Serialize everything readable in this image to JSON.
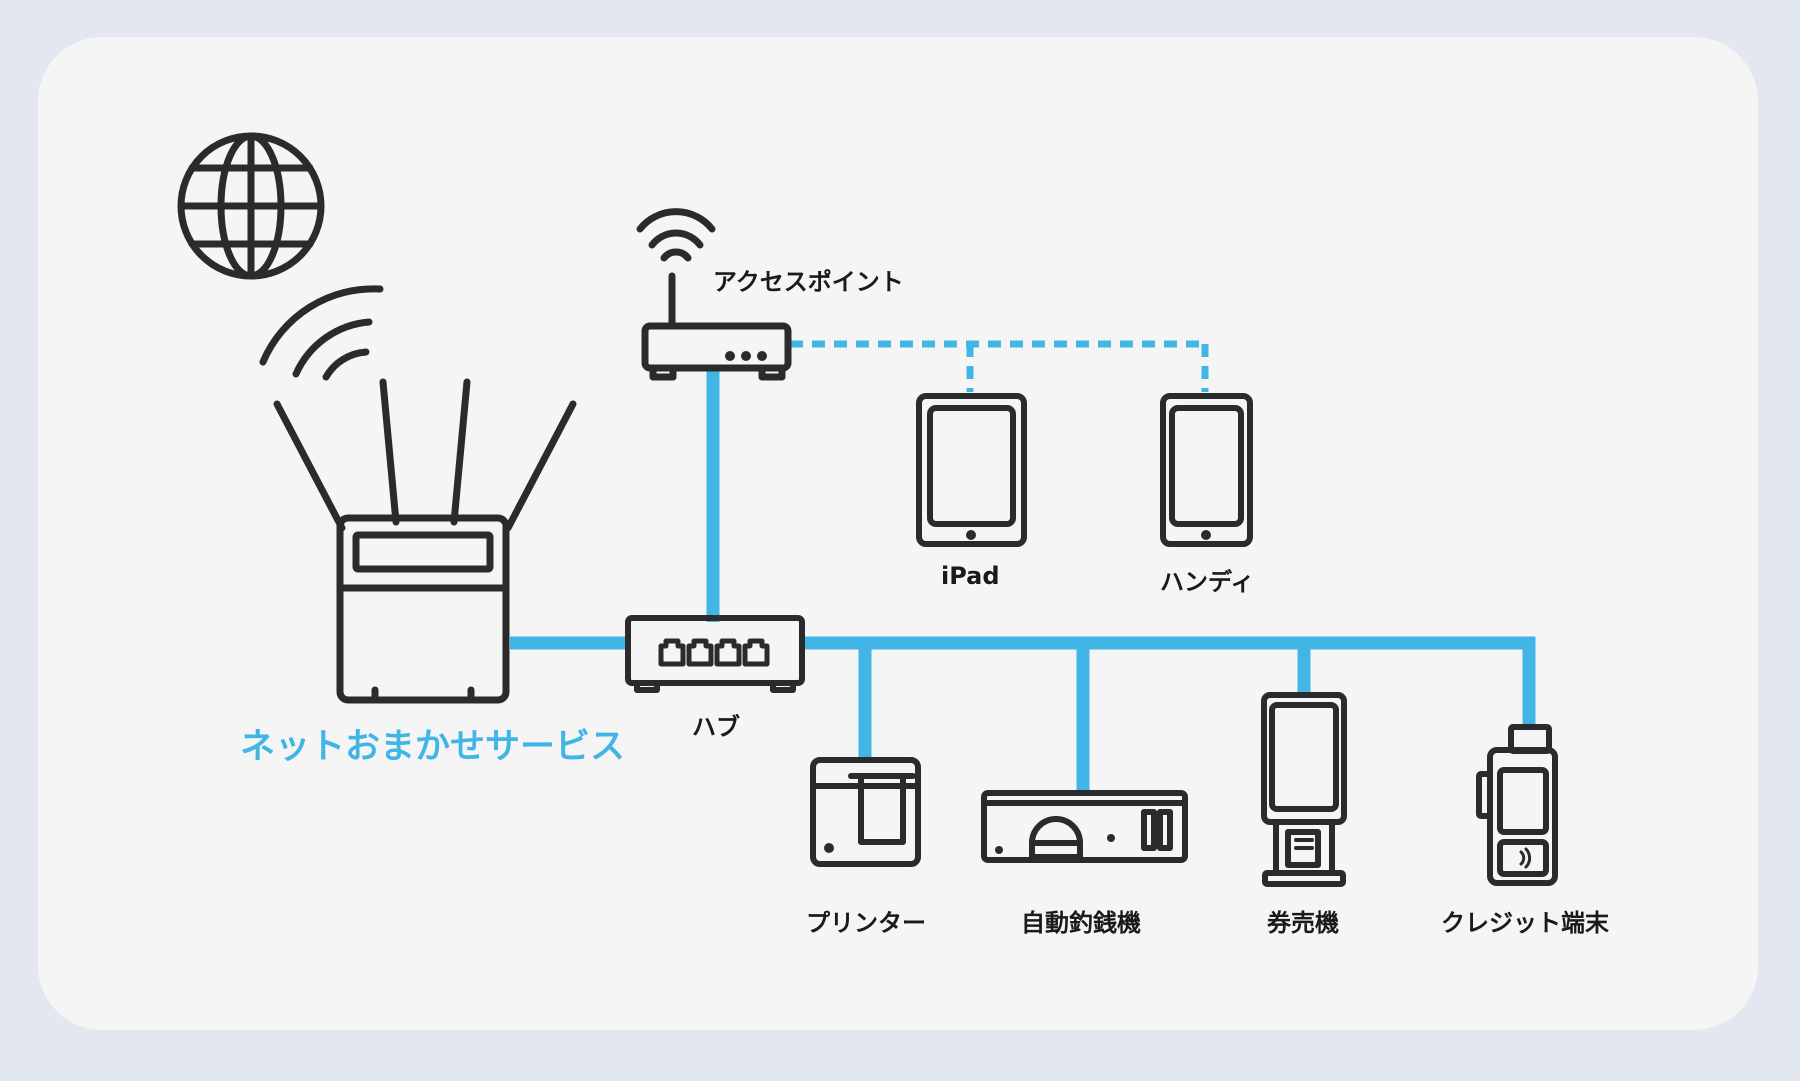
{
  "colors": {
    "accent": "#41b6e6",
    "line": "#2b2b2b",
    "card": "#f5f5f5",
    "page": "#e3e7ef"
  },
  "labels": {
    "service": "ネットおまかせサービス",
    "access_point": "アクセスポイント",
    "hub": "ハブ",
    "ipad": "iPad",
    "handy": "ハンディ",
    "printer": "プリンター",
    "cash_changer": "自動釣銭機",
    "ticket_machine": "券売機",
    "credit_terminal": "クレジット端末"
  },
  "icons": {
    "internet": "globe-icon",
    "wifi": "wifi-icon",
    "router": "router-icon",
    "access_point": "access-point-icon",
    "hub": "hub-icon",
    "tablet": "tablet-icon",
    "handheld": "handheld-icon",
    "printer": "printer-icon",
    "cash_changer": "cash-changer-icon",
    "ticket_machine": "ticket-machine-icon",
    "credit_terminal": "credit-terminal-icon"
  }
}
